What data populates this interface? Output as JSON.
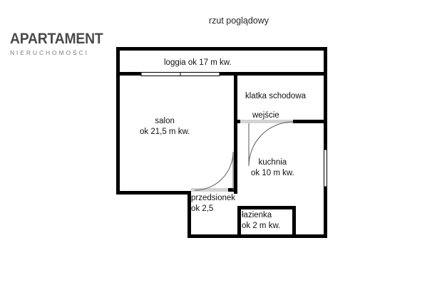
{
  "brand": {
    "name": "APARTAMENT",
    "subtitle": "NIERUCHOMOŚCI"
  },
  "plan": {
    "title": "rzut poglądowy",
    "rooms": [
      {
        "key": "loggia",
        "name": "loggia",
        "area_line": "ok 17 m kw."
      },
      {
        "key": "salon",
        "name": "salon",
        "area_line": "ok 21,5 m kw."
      },
      {
        "key": "klatka",
        "name": "klatka schodowa",
        "area_line": ""
      },
      {
        "key": "wejscie",
        "name": "wejście",
        "area_line": ""
      },
      {
        "key": "kuchnia",
        "name": "kuchnia",
        "area_line": "ok 10 m kw."
      },
      {
        "key": "przedsionek",
        "name": "przedsionek",
        "area_line": "ok 2,5"
      },
      {
        "key": "lazienka",
        "name": "łazienka",
        "area_line": "ok 2 m kw."
      }
    ]
  },
  "colors": {
    "wall": "#000000",
    "background": "#ffffff",
    "door_arc": "#5a5a5a",
    "threshold": "#d3d3d3",
    "logo_dark": "#4a4a4a",
    "logo_light": "#7d7d7d"
  }
}
